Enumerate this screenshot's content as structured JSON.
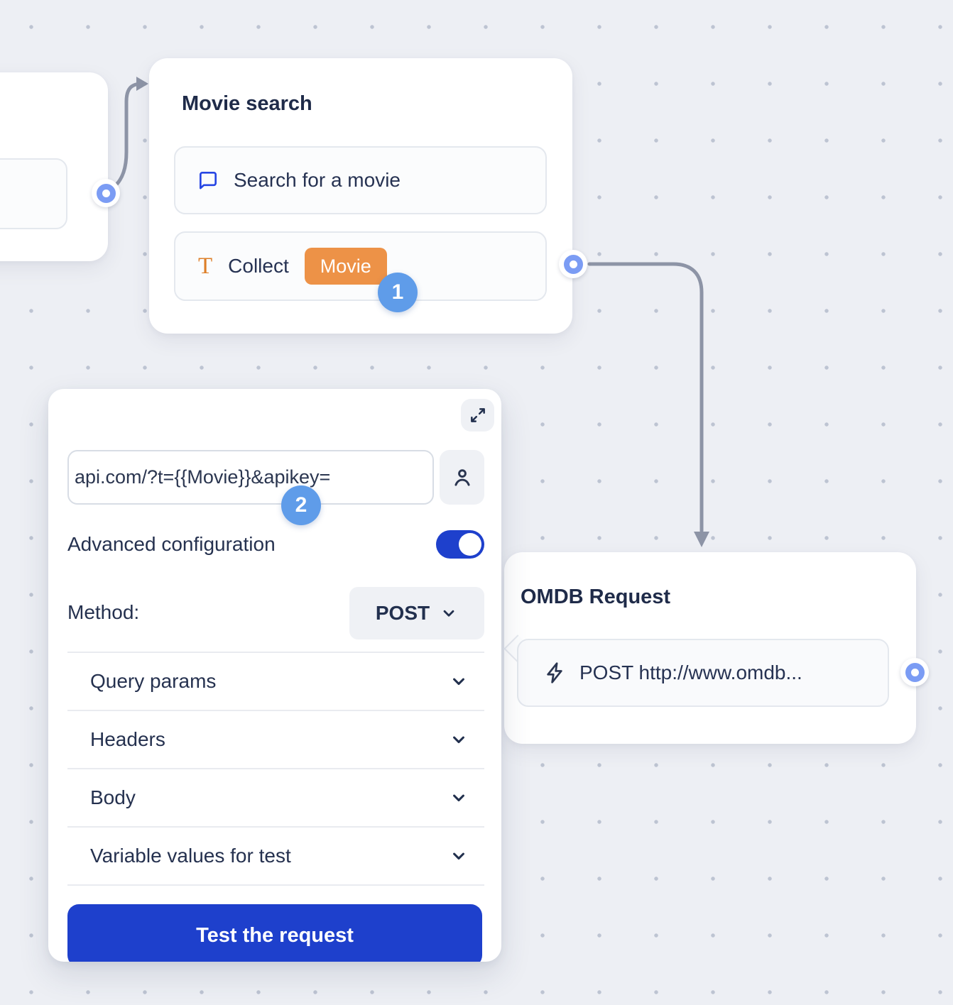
{
  "canvas": {
    "background": "#edeff4",
    "dot_color": "#bdc4d2"
  },
  "nodes": {
    "movie_search": {
      "title": "Movie search",
      "rows": [
        {
          "icon": "chat-bubble-icon",
          "label": "Search for a movie"
        },
        {
          "icon": "text-icon",
          "icon_letter": "T",
          "label": "Collect",
          "tag": "Movie"
        }
      ]
    },
    "omdb": {
      "title": "OMDB Request",
      "row": {
        "icon": "lightning-icon",
        "label": "POST http://www.omdb..."
      }
    }
  },
  "panel": {
    "url_value": "api.com/?t={{Movie}}&apikey=",
    "advanced_label": "Advanced configuration",
    "advanced_enabled": true,
    "method_label": "Method:",
    "method_value": "POST",
    "sections": [
      "Query params",
      "Headers",
      "Body",
      "Variable values for test"
    ],
    "test_button_label": "Test the request"
  },
  "steps": {
    "one": "1",
    "two": "2"
  },
  "colors": {
    "tag_orange": "#ED9247",
    "step_badge_blue": "#5F9CE9",
    "primary_blue": "#1E40CC",
    "port_blue": "#7B9CF4",
    "connector_gray": "#8D94A6"
  }
}
